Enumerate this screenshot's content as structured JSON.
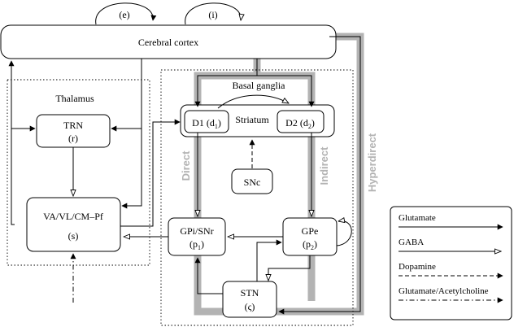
{
  "nodes": {
    "cortex": {
      "name": "Cerebral cortex"
    },
    "thalamus_label": "Thalamus",
    "basal_ganglia_label": "Basal ganglia",
    "trn": {
      "name": "TRN",
      "sym": "(r)"
    },
    "va": {
      "name": "VA/VL/CM–Pf",
      "sym": "(s)"
    },
    "striatum": {
      "name": "Striatum"
    },
    "d1": {
      "name": "D1",
      "sub": "1"
    },
    "d2": {
      "name": "D2",
      "sub": "2"
    },
    "snc": {
      "name": "SNc"
    },
    "gpi": {
      "name": "GPi/SNr",
      "sub": "1"
    },
    "gpe": {
      "name": "GPe",
      "sub": "2"
    },
    "stn": {
      "name": "STN",
      "sym": "(ς)"
    }
  },
  "loops": {
    "e": "(e)",
    "i": "(i)"
  },
  "pathways": {
    "direct": "Direct",
    "indirect": "Indirect",
    "hyperdirect": "Hyperdirect"
  },
  "legend": {
    "glutamate": "Glutamate",
    "gaba": "GABA",
    "dopamine": "Dopamine",
    "glutamate_ach": "Glutamate/Acetylcholine"
  },
  "colors": {
    "pathway_gray": "#b3b3b3",
    "ink": "#000000"
  }
}
